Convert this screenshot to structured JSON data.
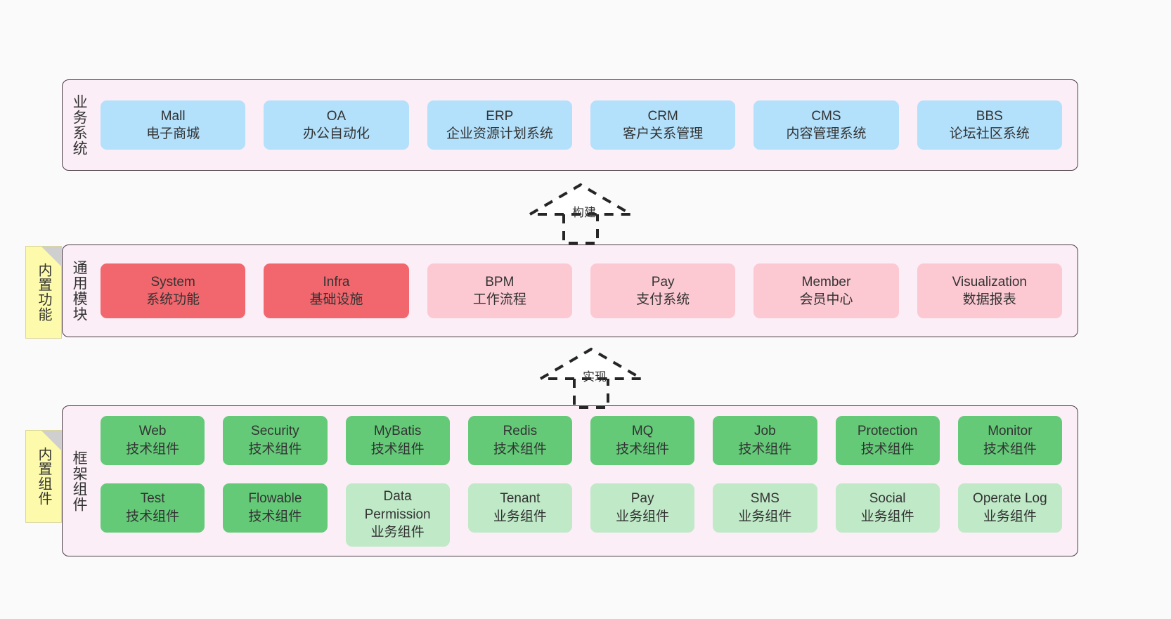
{
  "diagram": {
    "background": "#fafafa",
    "band_fill": "#fbeef7",
    "band_stroke": "#4a3a44",
    "note_fill": "#fdfbab"
  },
  "layers": [
    {
      "id": "business",
      "title": "业务系统",
      "rows": [
        {
          "cells": [
            {
              "name": "Mall",
              "sub": "电子商城",
              "color": "#b3e0fb",
              "variant": "c-blue"
            },
            {
              "name": "OA",
              "sub": "办公自动化",
              "color": "#b3e0fb",
              "variant": "c-blue"
            },
            {
              "name": "ERP",
              "sub": "企业资源计划系统",
              "color": "#b3e0fb",
              "variant": "c-blue"
            },
            {
              "name": "CRM",
              "sub": "客户关系管理",
              "color": "#b3e0fb",
              "variant": "c-blue"
            },
            {
              "name": "CMS",
              "sub": "内容管理系统",
              "color": "#b3e0fb",
              "variant": "c-blue"
            },
            {
              "name": "BBS",
              "sub": "论坛社区系统",
              "color": "#b3e0fb",
              "variant": "c-blue"
            }
          ]
        }
      ]
    },
    {
      "id": "common",
      "title": "通用模块",
      "note": "内置功能",
      "rows": [
        {
          "cells": [
            {
              "name": "System",
              "sub": "系统功能",
              "color": "#f2676d",
              "variant": "c-red"
            },
            {
              "name": "Infra",
              "sub": "基础设施",
              "color": "#f2676d",
              "variant": "c-red"
            },
            {
              "name": "BPM",
              "sub": "工作流程",
              "color": "#fcc9d2",
              "variant": "c-pink"
            },
            {
              "name": "Pay",
              "sub": "支付系统",
              "color": "#fcc9d2",
              "variant": "c-pink"
            },
            {
              "name": "Member",
              "sub": "会员中心",
              "color": "#fcc9d2",
              "variant": "c-pink"
            },
            {
              "name": "Visualization",
              "sub": "数据报表",
              "color": "#fcc9d2",
              "variant": "c-pink"
            }
          ]
        }
      ]
    },
    {
      "id": "frame",
      "title": "框架组件",
      "note": "内置组件",
      "rows": [
        {
          "cells": [
            {
              "name": "Web",
              "sub": "技术组件",
              "color": "#64ca78",
              "variant": "c-green"
            },
            {
              "name": "Security",
              "sub": "技术组件",
              "color": "#64ca78",
              "variant": "c-green"
            },
            {
              "name": "MyBatis",
              "sub": "技术组件",
              "color": "#64ca78",
              "variant": "c-green"
            },
            {
              "name": "Redis",
              "sub": "技术组件",
              "color": "#64ca78",
              "variant": "c-green"
            },
            {
              "name": "MQ",
              "sub": "技术组件",
              "color": "#64ca78",
              "variant": "c-green"
            },
            {
              "name": "Job",
              "sub": "技术组件",
              "color": "#64ca78",
              "variant": "c-green"
            },
            {
              "name": "Protection",
              "sub": "技术组件",
              "color": "#64ca78",
              "variant": "c-green"
            },
            {
              "name": "Monitor",
              "sub": "技术组件",
              "color": "#64ca78",
              "variant": "c-green"
            }
          ]
        },
        {
          "cells": [
            {
              "name": "Test",
              "sub": "技术组件",
              "color": "#64ca78",
              "variant": "c-green"
            },
            {
              "name": "Flowable",
              "sub": "技术组件",
              "color": "#64ca78",
              "variant": "c-green"
            },
            {
              "name": "Data Permission",
              "sub": "业务组件",
              "color": "#bfe9c7",
              "variant": "c-lgreen"
            },
            {
              "name": "Tenant",
              "sub": "业务组件",
              "color": "#bfe9c7",
              "variant": "c-lgreen"
            },
            {
              "name": "Pay",
              "sub": "业务组件",
              "color": "#bfe9c7",
              "variant": "c-lgreen"
            },
            {
              "name": "SMS",
              "sub": "业务组件",
              "color": "#bfe9c7",
              "variant": "c-lgreen"
            },
            {
              "name": "Social",
              "sub": "业务组件",
              "color": "#bfe9c7",
              "variant": "c-lgreen"
            },
            {
              "name": "Operate Log",
              "sub": "业务组件",
              "color": "#bfe9c7",
              "variant": "c-lgreen"
            }
          ]
        }
      ]
    }
  ],
  "arrows": [
    {
      "id": "build",
      "label": "构建",
      "style": "dashed-hollow-triangle",
      "direction": "up"
    },
    {
      "id": "implement",
      "label": "实现",
      "style": "dashed-hollow-triangle",
      "direction": "up"
    }
  ]
}
